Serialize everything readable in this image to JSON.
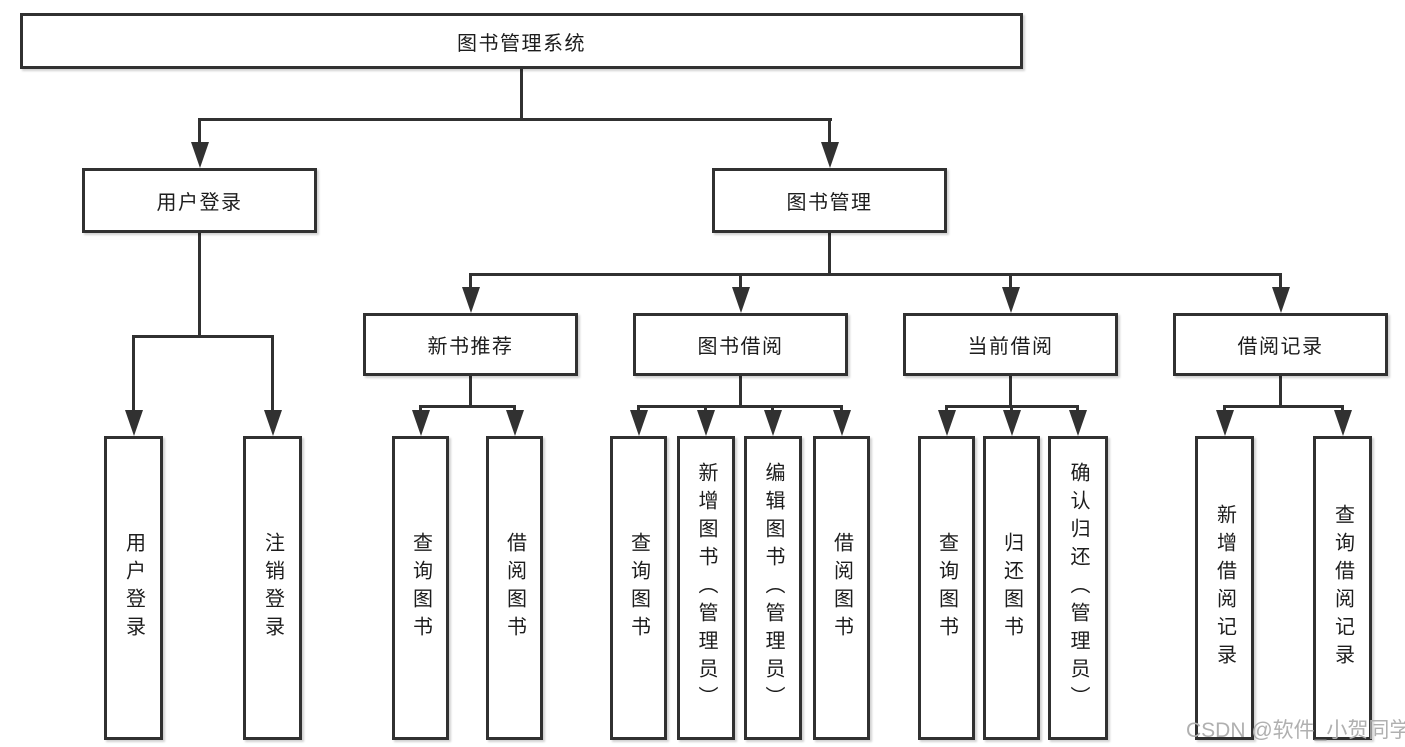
{
  "root": {
    "label": "图书管理系统"
  },
  "level2": {
    "user": {
      "label": "用户登录"
    },
    "books": {
      "label": "图书管理"
    }
  },
  "level3": {
    "newbooks": {
      "label": "新书推荐"
    },
    "borrow": {
      "label": "图书借阅"
    },
    "current": {
      "label": "当前借阅"
    },
    "records": {
      "label": "借阅记录"
    }
  },
  "leaves": {
    "user": [
      "用户登录",
      "注销登录"
    ],
    "newbooks": [
      "查询图书",
      "借阅图书"
    ],
    "borrow": [
      "查询图书",
      "新增图书（管理员）",
      "编辑图书（管理员）",
      "借阅图书"
    ],
    "current": [
      "查询图书",
      "归还图书",
      "确认归还（管理员）"
    ],
    "records": [
      "新增借阅记录",
      "查询借阅记录"
    ]
  },
  "watermark": {
    "text": "CSDN @软件_小贺同学"
  },
  "colors": {
    "line": "#313131",
    "text": "#1d1d1d",
    "watermark": "#b0b0b0",
    "background": "#ffffff"
  }
}
